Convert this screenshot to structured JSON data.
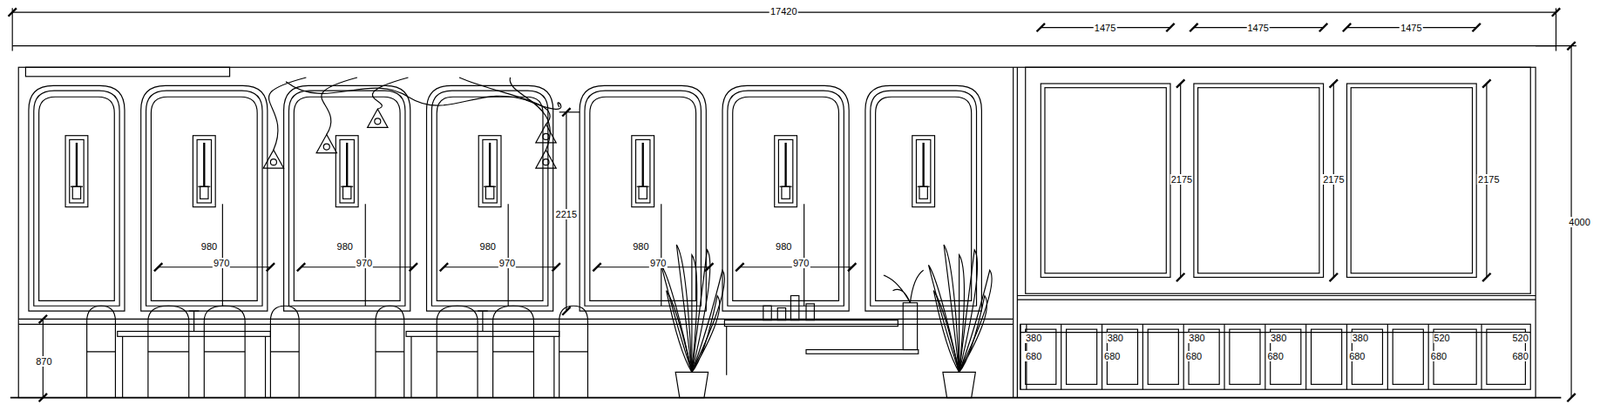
{
  "diagram": {
    "labels": [
      "17420",
      "1475",
      "1475",
      "1475",
      "2175",
      "2175",
      "2175",
      "4000",
      "2215",
      "980",
      "970",
      "980",
      "970",
      "980",
      "970",
      "980",
      "970",
      "980",
      "970",
      "870",
      "380",
      "380",
      "380",
      "380",
      "380",
      "520",
      "520",
      "680",
      "680",
      "680",
      "680",
      "680",
      "680",
      "680"
    ]
  }
}
